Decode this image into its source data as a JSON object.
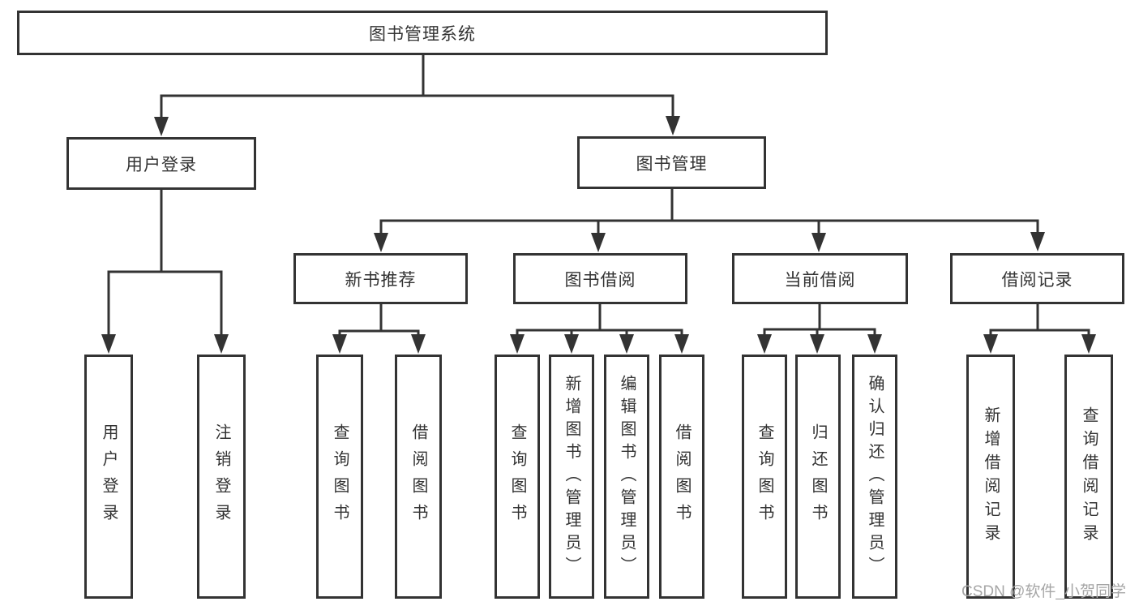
{
  "diagram_title": "图书管理系统",
  "nodes": {
    "root": {
      "label": "图书管理系统"
    },
    "level2": [
      {
        "label": "用户登录",
        "children": [
          {
            "label": "用户登录"
          },
          {
            "label": "注销登录"
          }
        ]
      },
      {
        "label": "图书管理",
        "children": [
          {
            "label": "新书推荐",
            "children": [
              {
                "label": "查询图书"
              },
              {
                "label": "借阅图书"
              }
            ]
          },
          {
            "label": "图书借阅",
            "children": [
              {
                "label": "查询图书"
              },
              {
                "label": "新增图书（管理员）"
              },
              {
                "label": "编辑图书（管理员）"
              },
              {
                "label": "借阅图书"
              }
            ]
          },
          {
            "label": "当前借阅",
            "children": [
              {
                "label": "查询图书"
              },
              {
                "label": "归还图书"
              },
              {
                "label": "确认归还（管理员）"
              }
            ]
          },
          {
            "label": "借阅记录",
            "children": [
              {
                "label": "新增借阅记录"
              },
              {
                "label": "查询借阅记录"
              }
            ]
          }
        ]
      }
    ]
  },
  "watermark": {
    "text": "CSDN @软件_小贺同学"
  },
  "colors": {
    "line": "#333333",
    "box_border": "#333333",
    "text": "#333333",
    "watermark": "#a6a6a6",
    "background": "#ffffff"
  }
}
